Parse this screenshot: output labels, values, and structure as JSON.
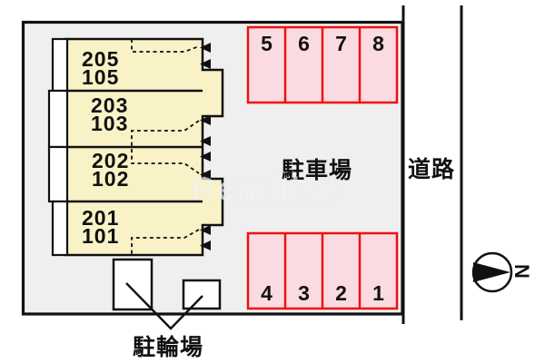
{
  "plan": {
    "watermark": "Renthise",
    "labels": {
      "parking_lot": "駐車場",
      "road": "道路",
      "bicycle_parking": "駐輪場"
    },
    "compass": {
      "direction_label": "N"
    },
    "building": {
      "units": [
        {
          "upper": "205",
          "lower": "105"
        },
        {
          "upper": "203",
          "lower": "103"
        },
        {
          "upper": "202",
          "lower": "102"
        },
        {
          "upper": "201",
          "lower": "101"
        }
      ]
    },
    "parking_spaces": {
      "top_row": [
        "5",
        "6",
        "7",
        "8"
      ],
      "bottom_row": [
        "4",
        "3",
        "2",
        "1"
      ]
    },
    "colors": {
      "site_fill": "#EFEFEF",
      "building_fill": "#F9F2C7",
      "parking_fill": "#FBDBE2",
      "parking_border": "#EE1111",
      "line": "#111111"
    }
  }
}
